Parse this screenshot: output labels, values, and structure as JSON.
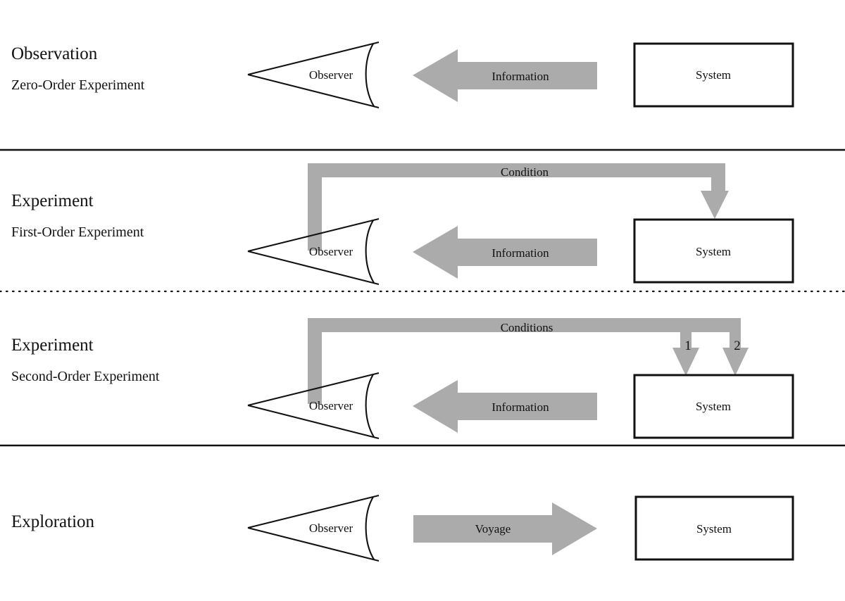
{
  "figure": {
    "title_implicit": "Modes of inquiry: observation, experiment, exploration",
    "colors": {
      "arrow_gray": "#ababab",
      "line_black": "#111111",
      "box_fill": "#ffffff"
    },
    "rows": [
      {
        "id": "observation",
        "label": "Observation",
        "sublabel": "Zero-Order Experiment",
        "observer_label": "Observer",
        "system_label": "System",
        "arrows": [
          {
            "name": "information",
            "label": "Information",
            "direction": "left"
          }
        ]
      },
      {
        "id": "first-order-experiment",
        "label": "Experiment",
        "sublabel": "First-Order Experiment",
        "observer_label": "Observer",
        "system_label": "System",
        "arrows": [
          {
            "name": "condition",
            "label": "Condition",
            "direction": "down"
          },
          {
            "name": "information",
            "label": "Information",
            "direction": "left"
          }
        ]
      },
      {
        "id": "second-order-experiment",
        "label": "Experiment",
        "sublabel": "Second-Order Experiment",
        "observer_label": "Observer",
        "system_label": "System",
        "arrows": [
          {
            "name": "conditions",
            "label": "Conditions",
            "direction": "down",
            "branches": [
              "1",
              "2"
            ]
          },
          {
            "name": "information",
            "label": "Information",
            "direction": "left"
          }
        ]
      },
      {
        "id": "exploration",
        "label": "Exploration",
        "sublabel": "",
        "observer_label": "Observer",
        "system_label": "System",
        "arrows": [
          {
            "name": "voyage",
            "label": "Voyage",
            "direction": "right"
          }
        ]
      }
    ],
    "dividers": [
      {
        "name": "divider-observation-experiment",
        "style": "solid"
      },
      {
        "name": "divider-first-second-order",
        "style": "dotted"
      },
      {
        "name": "divider-experiment-exploration",
        "style": "solid"
      }
    ],
    "branch_labels": {
      "one": "1",
      "two": "2"
    }
  }
}
